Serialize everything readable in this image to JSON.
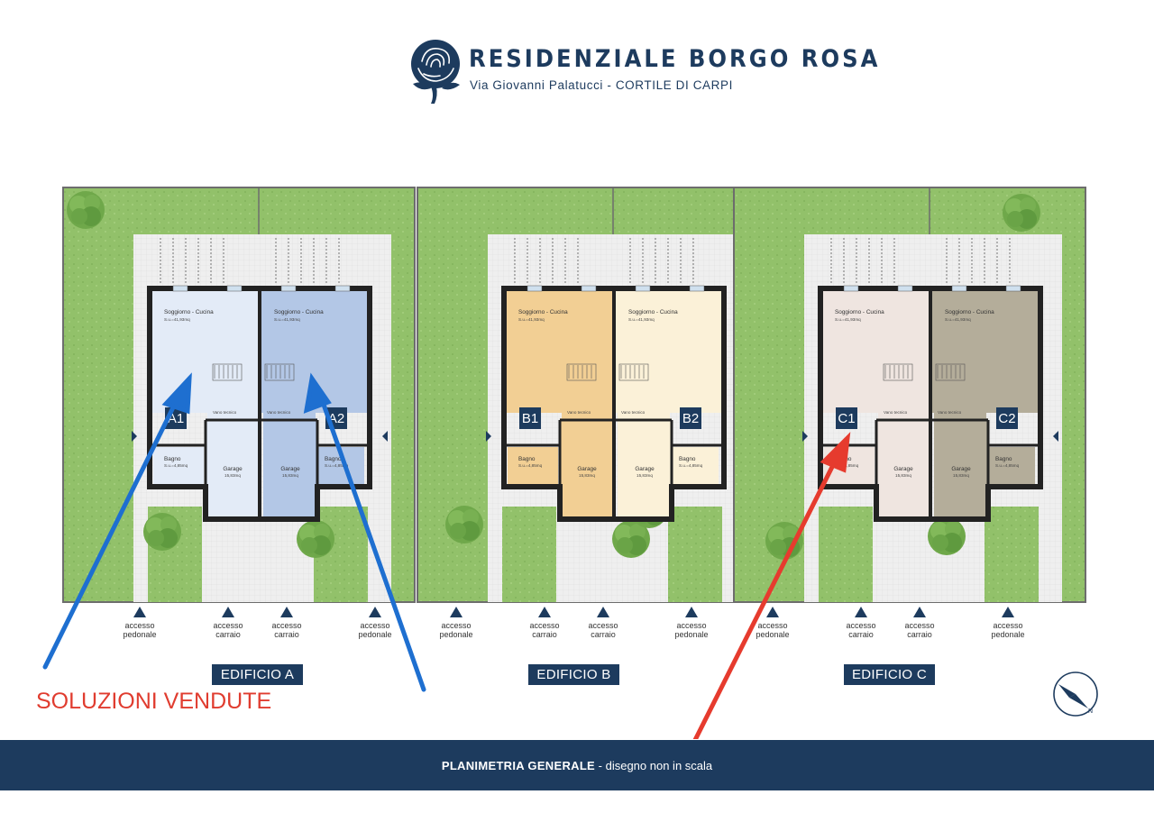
{
  "header": {
    "title": "RESIDENZIALE BORGO ROSA",
    "subtitle": "Via Giovanni Palatucci - CORTILE DI CARPI"
  },
  "rooms": {
    "living": "Soggiorno - Cucina",
    "living_area": "S.u.=41,93mq",
    "bath": "Bagno",
    "bath_area": "S.u.=4,85mq",
    "garage": "Garage",
    "garage_area": "15,83mq",
    "tech": "Vano tecnico"
  },
  "units": [
    {
      "tag": "A1",
      "color": "#e3ebf7"
    },
    {
      "tag": "A2",
      "color": "#b3c7e6"
    },
    {
      "tag": "B1",
      "color": "#f2cf94"
    },
    {
      "tag": "B2",
      "color": "#fbf1d8"
    },
    {
      "tag": "C1",
      "color": "#efe5e0"
    },
    {
      "tag": "C2",
      "color": "#b4ad9a"
    }
  ],
  "access": [
    {
      "label": "accesso\npedonale"
    },
    {
      "label": "accesso\ncarraio"
    },
    {
      "label": "accesso\ncarraio"
    },
    {
      "label": "accesso\npedonale"
    },
    {
      "label": "accesso\npedonale"
    },
    {
      "label": "accesso\ncarraio"
    },
    {
      "label": "accesso\ncarraio"
    },
    {
      "label": "accesso\npedonale"
    },
    {
      "label": "accesso\npedonale"
    },
    {
      "label": "accesso\ncarraio"
    },
    {
      "label": "accesso\ncarraio"
    },
    {
      "label": "accesso\npedonale"
    }
  ],
  "buildings": [
    {
      "label": "EDIFICIO A"
    },
    {
      "label": "EDIFICIO B"
    },
    {
      "label": "EDIFICIO C"
    }
  ],
  "sold_label": "SOLUZIONI VENDUTE",
  "footer": {
    "strong": "PLANIMETRIA GENERALE",
    "rest": " - disegno non in scala"
  },
  "colors": {
    "brand_blue": "#1d3b5e",
    "lawn": "#8fbf66",
    "paving": "#ececec",
    "wall": "#222222",
    "arrow_blue": "#1e6fd0",
    "arrow_red": "#e63b2e",
    "sold_text": "#e03c2f"
  },
  "icons": {
    "logo": "rose-logo-icon",
    "compass": "north-compass-icon",
    "access": "triangle-marker-icon"
  }
}
